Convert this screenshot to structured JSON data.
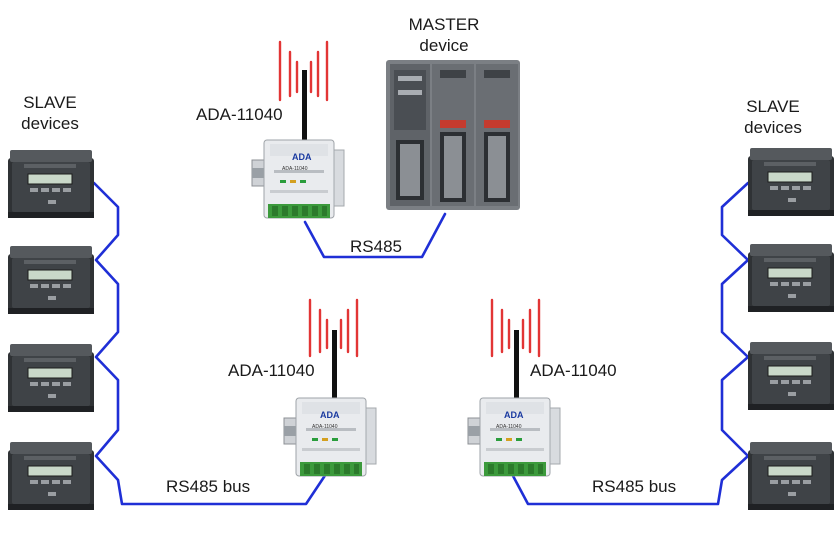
{
  "labels": {
    "master_line1": "MASTER",
    "master_line2": "device",
    "slave_left_line1": "SLAVE",
    "slave_left_line2": "devices",
    "slave_right_line1": "SLAVE",
    "slave_right_line2": "devices",
    "converter_top": "ADA-11040",
    "converter_left": "ADA-11040",
    "converter_right": "ADA-11040",
    "link_master": "RS485",
    "bus_left": "RS485 bus",
    "bus_right": "RS485 bus"
  },
  "device": {
    "brand": "ADA",
    "model": "ADA-11040"
  },
  "colors": {
    "bus_wire": "#1f2fd6",
    "radio_waves": "#e23535",
    "slave_body": "#3a3d40",
    "plc_body": "#6e7175",
    "converter_body": "#e9ebee"
  }
}
